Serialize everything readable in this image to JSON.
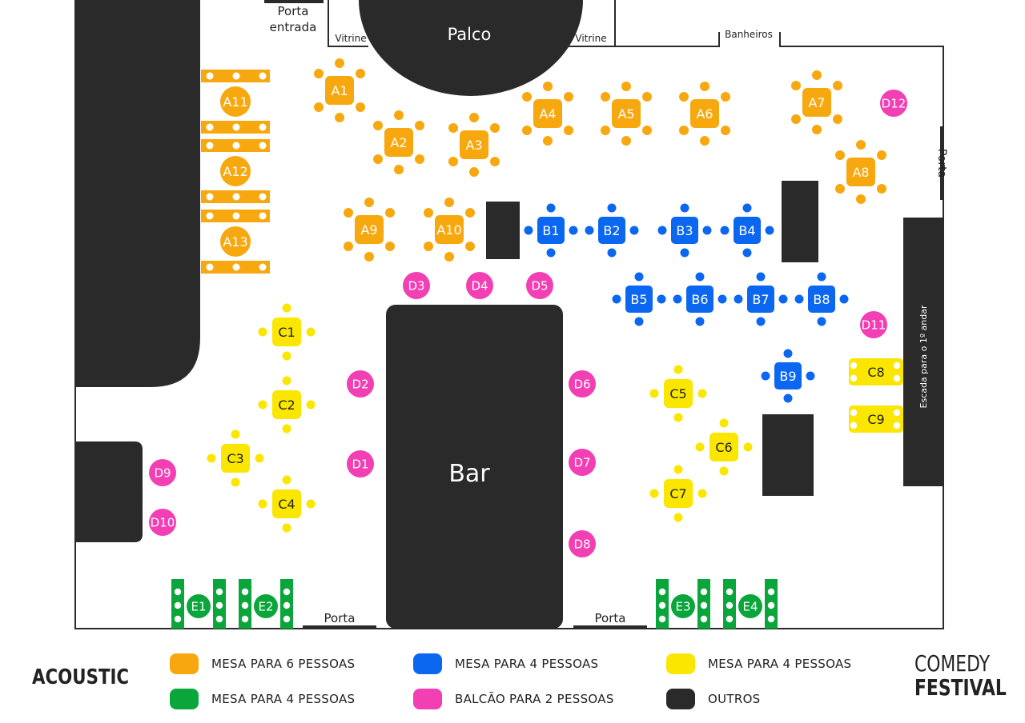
{
  "colors": {
    "orange": "#F8A80F",
    "blue": "#0B67F0",
    "yellow": "#FBE600",
    "green": "#0AA63B",
    "pink": "#F23FB3",
    "dark": "#2A2A2A"
  },
  "labels": {
    "stage": "Palco",
    "bar": "Bar",
    "vitrine_left": "Vitrine",
    "vitrine_right": "Vitrine",
    "entrance_line1": "Porta",
    "entrance_line2": "entrada",
    "bathrooms": "Banheiros",
    "door_right": "Porta",
    "door_bottom_left": "Porta",
    "door_bottom_right": "Porta",
    "stairs": "Escada para o 1º andar"
  },
  "tables_six": [
    "A1",
    "A2",
    "A3",
    "A4",
    "A5",
    "A6",
    "A7",
    "A8",
    "A9",
    "A10"
  ],
  "tables_round": [
    "A11",
    "A12",
    "A13"
  ],
  "tables_blue": [
    "B1",
    "B2",
    "B3",
    "B4",
    "B5",
    "B6",
    "B7",
    "B8",
    "B9"
  ],
  "tables_yellow": [
    "C1",
    "C2",
    "C3",
    "C4",
    "C5",
    "C6",
    "C7"
  ],
  "tables_yellow_side": [
    "C8",
    "C9"
  ],
  "tables_green": [
    "E1",
    "E2",
    "E3",
    "E4"
  ],
  "counters": [
    "D1",
    "D2",
    "D3",
    "D4",
    "D5",
    "D6",
    "D7",
    "D8",
    "D9",
    "D10",
    "D11",
    "D12"
  ],
  "legend": [
    {
      "label": "MESA PARA 6 PESSOAS",
      "color": "orange"
    },
    {
      "label": "MESA PARA 4 PESSOAS",
      "color": "blue"
    },
    {
      "label": "MESA PARA 4 PESSOAS",
      "color": "yellow"
    },
    {
      "label": "MESA PARA 4 PESSOAS",
      "color": "green"
    },
    {
      "label": "BALCÃO PARA 2 PESSOAS",
      "color": "pink"
    },
    {
      "label": "OUTROS",
      "color": "dark"
    }
  ],
  "brand": {
    "venue": "ACOUSTIC",
    "event_line1": "COMEDY",
    "event_line2": "FESTIVAL"
  }
}
